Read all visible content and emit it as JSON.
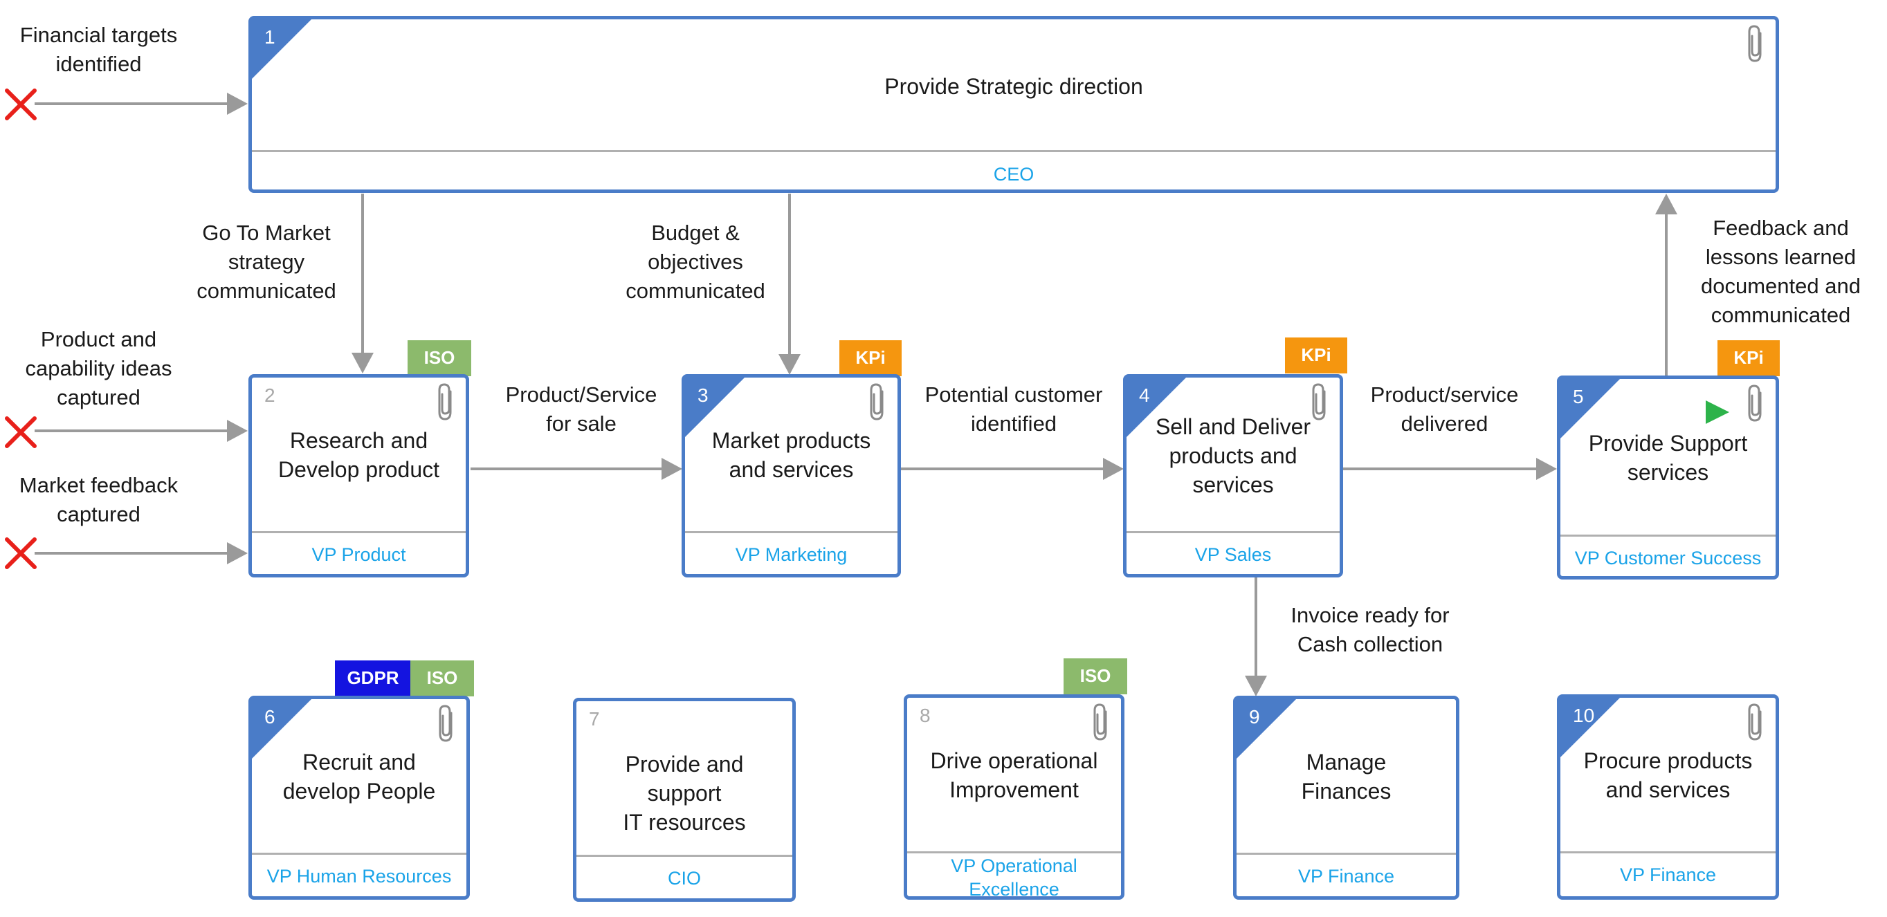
{
  "colors": {
    "box_border": "#4a7cc8",
    "owner_text": "#1aa3e8",
    "arrow": "#9a9a9a",
    "iso": "#8cba6c",
    "kpi": "#f5960f",
    "gdpr": "#1414e0",
    "cross": "#e8201a"
  },
  "processes": {
    "p1": {
      "number": "1",
      "title": "Provide Strategic direction",
      "owner": "CEO"
    },
    "p2": {
      "number": "2",
      "title": "Research and\nDevelop product",
      "owner": "VP Product",
      "badge": "ISO"
    },
    "p3": {
      "number": "3",
      "title": "Market products\nand services",
      "owner": "VP Marketing",
      "badge": "KPi"
    },
    "p4": {
      "number": "4",
      "title": "Sell and Deliver\nproducts and\nservices",
      "owner": "VP Sales",
      "badge": "KPi"
    },
    "p5": {
      "number": "5",
      "title": "Provide Support\nservices",
      "owner": "VP Customer Success",
      "badge": "KPi"
    },
    "p6": {
      "number": "6",
      "title": "Recruit and\ndevelop People",
      "owner": "VP Human Resources",
      "badge1": "GDPR",
      "badge2": "ISO"
    },
    "p7": {
      "number": "7",
      "title": "Provide and support\nIT resources",
      "owner": "CIO"
    },
    "p8": {
      "number": "8",
      "title": "Drive operational\nImprovement",
      "owner": "VP Operational\nExcellence",
      "badge": "ISO"
    },
    "p9": {
      "number": "9",
      "title": "Manage\nFinances",
      "owner": "VP Finance"
    },
    "p10": {
      "number": "10",
      "title": "Procure products\nand services",
      "owner": "VP Finance"
    }
  },
  "flows": {
    "financial_targets": "Financial targets\nidentified",
    "product_ideas": "Product and\ncapability ideas\ncaptured",
    "market_feedback": "Market feedback\ncaptured",
    "go_to_market": "Go To Market\nstrategy\ncommunicated",
    "budget": "Budget &\nobjectives\ncommunicated",
    "product_for_sale": "Product/Service\nfor sale",
    "potential_customer": "Potential customer\nidentified",
    "product_delivered": "Product/service\ndelivered",
    "feedback_lessons": "Feedback and\nlessons learned\ndocumented and\ncommunicated",
    "invoice_ready": "Invoice ready for\nCash collection"
  }
}
